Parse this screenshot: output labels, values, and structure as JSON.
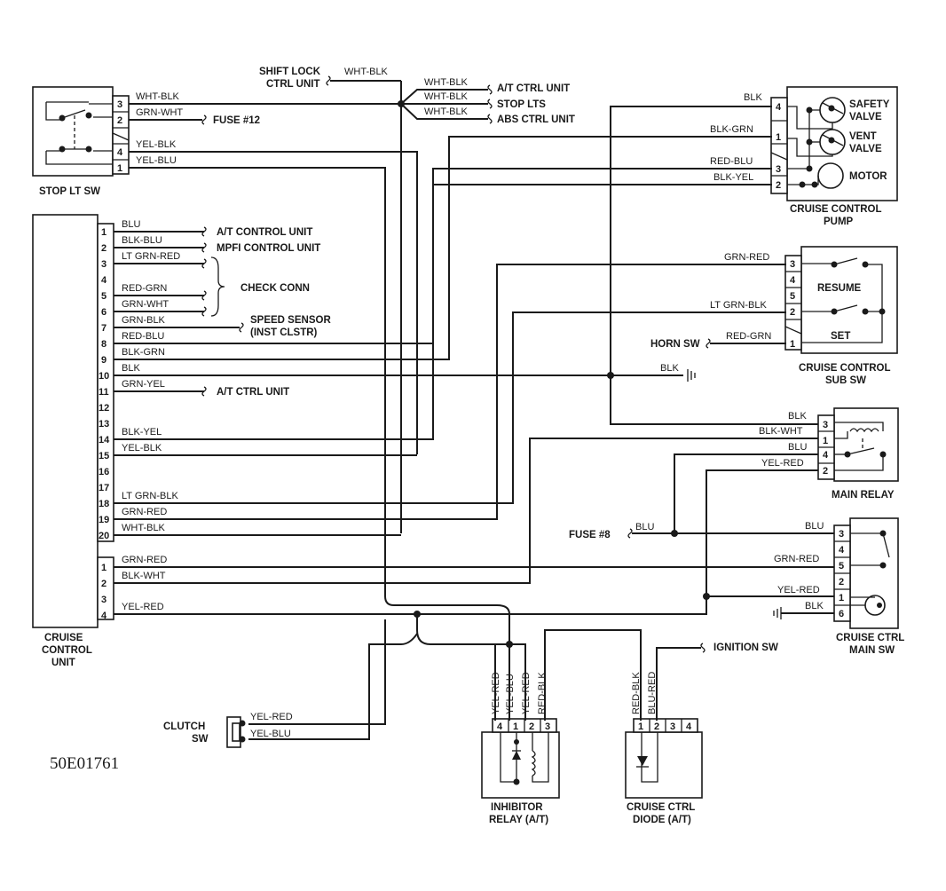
{
  "diagram_code": "50E01761",
  "components": {
    "stop_lt_sw": "STOP LT SW",
    "cruise_control_unit": [
      "CRUISE",
      "CONTROL",
      "UNIT"
    ],
    "cruise_control_pump": [
      "CRUISE CONTROL",
      "PUMP"
    ],
    "cruise_control_sub_sw": [
      "CRUISE CONTROL",
      "SUB SW"
    ],
    "main_relay": "MAIN RELAY",
    "cruise_ctrl_main_sw": [
      "CRUISE CTRL",
      "MAIN SW"
    ],
    "inhibitor_relay": [
      "INHIBITOR",
      "RELAY (A/T)"
    ],
    "cruise_ctrl_diode": [
      "CRUISE CTRL",
      "DIODE (A/T)"
    ],
    "clutch_sw": [
      "CLUTCH",
      "SW"
    ],
    "shift_lock_ctrl_unit": [
      "SHIFT LOCK",
      "CTRL UNIT"
    ]
  },
  "destinations": {
    "fuse_12": "FUSE #12",
    "fuse_8": "FUSE #8",
    "at_ctrl_unit_top": "A/T CTRL UNIT",
    "stop_lts": "STOP LTS",
    "abs_ctrl_unit": "ABS CTRL UNIT",
    "at_control_unit": "A/T CONTROL UNIT",
    "mpfi_control_unit": "MPFI CONTROL UNIT",
    "check_conn": "CHECK CONN",
    "speed_sensor": [
      "SPEED SENSOR",
      "(INST CLSTR)"
    ],
    "at_ctrl_unit_11": "A/T CTRL UNIT",
    "horn_sw": "HORN SW",
    "ignition_sw": "IGNITION SW"
  },
  "pump_parts": {
    "safety_valve": [
      "SAFETY",
      "VALVE"
    ],
    "vent_valve": [
      "VENT",
      "VALVE"
    ],
    "motor": "MOTOR"
  },
  "sub_sw_parts": {
    "resume": "RESUME",
    "set": "SET"
  },
  "ccu_pins": [
    "1",
    "2",
    "3",
    "4",
    "5",
    "6",
    "7",
    "8",
    "9",
    "10",
    "11",
    "12",
    "13",
    "14",
    "15",
    "16",
    "17",
    "18",
    "19",
    "20"
  ],
  "ccu_pins_b": [
    "1",
    "2",
    "3",
    "4"
  ],
  "ccu_wires": {
    "p1": "BLU",
    "p2": "BLK-BLU",
    "p3": "LT GRN-RED",
    "p5": "RED-GRN",
    "p6": "GRN-WHT",
    "p7": "GRN-BLK",
    "p8": "RED-BLU",
    "p9": "BLK-GRN",
    "p10": "BLK",
    "p11": "GRN-YEL",
    "p14": "BLK-YEL",
    "p15": "YEL-BLK",
    "p18": "LT GRN-BLK",
    "p19": "GRN-RED",
    "p20": "WHT-BLK",
    "b1": "GRN-RED",
    "b2": "BLK-WHT",
    "b4": "YEL-RED"
  },
  "stop_sw": {
    "pins": [
      "3",
      "2",
      "4",
      "1"
    ],
    "wires": [
      "WHT-BLK",
      "GRN-WHT",
      "YEL-BLK",
      "YEL-BLU"
    ]
  },
  "top_wires": {
    "shift_lock": "WHT-BLK",
    "at": "WHT-BLK",
    "stop": "WHT-BLK",
    "abs": "WHT-BLK"
  },
  "pump": {
    "pins": [
      "4",
      "1",
      "3",
      "2"
    ],
    "wires": [
      "BLK",
      "BLK-GRN",
      "RED-BLU",
      "BLK-YEL"
    ]
  },
  "sub_sw": {
    "pins": [
      "3",
      "4",
      "5",
      "2",
      "1"
    ],
    "wires": [
      "GRN-RED",
      "LT GRN-BLK",
      "RED-GRN"
    ]
  },
  "ground_blk": "BLK",
  "relay": {
    "pins": [
      "3",
      "1",
      "4",
      "2"
    ],
    "wires": [
      "BLK",
      "BLK-WHT",
      "BLU",
      "YEL-RED"
    ]
  },
  "main_sw": {
    "pins": [
      "3",
      "4",
      "5",
      "2",
      "1",
      "6"
    ],
    "wires": [
      "BLU",
      "GRN-RED",
      "YEL-RED",
      "BLK"
    ],
    "fuse_wire": "BLU"
  },
  "inhibitor": {
    "pins": [
      "4",
      "1",
      "2",
      "3"
    ],
    "wires": [
      "YEL-RED",
      "YEL-BLU",
      "YEL-RED",
      "RED-BLK"
    ]
  },
  "diode": {
    "pins": [
      "1",
      "2",
      "3",
      "4"
    ],
    "wires": [
      "RED-BLK",
      "BLU-RED"
    ]
  },
  "clutch_wires": [
    "YEL-RED",
    "YEL-BLU"
  ]
}
